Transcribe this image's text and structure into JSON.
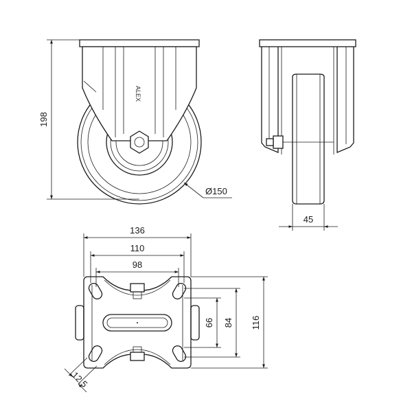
{
  "drawing": {
    "side_view": {
      "height_label": "198",
      "diameter_label": "Ø150",
      "logo_text": "ALEX"
    },
    "front_view": {
      "width_label": "45"
    },
    "top_view": {
      "plate_width_label": "136",
      "hole_spacing_outer_label": "110",
      "hole_spacing_inner_label": "98",
      "hole_spacing_66_label": "66",
      "hole_spacing_84_label": "84",
      "plate_length_label": "116",
      "slot_width_label": "12.5"
    }
  }
}
